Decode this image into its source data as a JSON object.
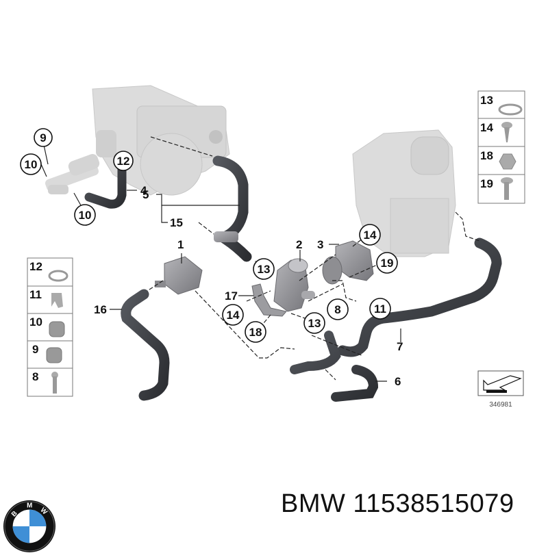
{
  "brand": "BMW",
  "part_number_label": "BMW 11538515079",
  "diagram_id": "346981",
  "logo": {
    "letters": [
      "B",
      "M",
      "W"
    ],
    "colors": {
      "ring": "#111111",
      "blue": "#3f8fd6",
      "white": "#ffffff"
    }
  },
  "callouts": {
    "c1": "1",
    "c2": "2",
    "c3": "3",
    "c4": "4",
    "c5": "5",
    "c6": "6",
    "c7": "7",
    "c8": "8",
    "c9": "9",
    "c10a": "10",
    "c10b": "10",
    "c11": "11",
    "c12": "12",
    "c13a": "13",
    "c13b": "13",
    "c14a": "14",
    "c14b": "14",
    "c15": "15",
    "c16": "16",
    "c17": "17",
    "c18": "18",
    "c19": "19"
  },
  "legend_right": [
    {
      "num": "13",
      "part": "hose-clamp"
    },
    {
      "num": "14",
      "part": "screw"
    },
    {
      "num": "18",
      "part": "hex-nut"
    },
    {
      "num": "19",
      "part": "bolt"
    }
  ],
  "legend_left": [
    {
      "num": "12",
      "part": "clip-clamp"
    },
    {
      "num": "11",
      "part": "holder-clip"
    },
    {
      "num": "10",
      "part": "connector"
    },
    {
      "num": "9",
      "part": "connector"
    },
    {
      "num": "8",
      "part": "bolt"
    }
  ],
  "colors": {
    "hose": "#3d3f44",
    "housing": "#d8d8d8",
    "component": "#8e8e92",
    "line": "#222222"
  }
}
